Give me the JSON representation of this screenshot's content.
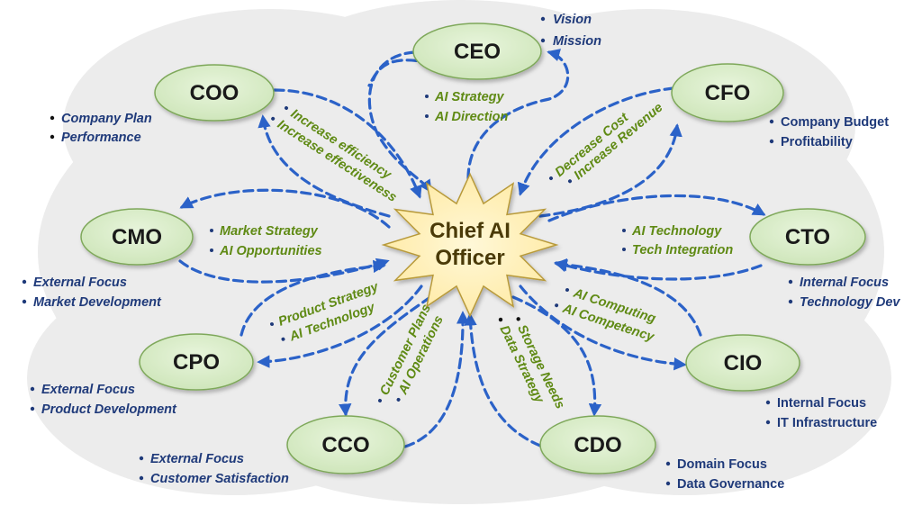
{
  "center": {
    "line1": "Chief AI",
    "line2": "Officer"
  },
  "roles": {
    "ceo": {
      "label": "CEO",
      "bullets": [
        "Vision",
        "Mission"
      ],
      "link": [
        "AI Strategy",
        "AI Direction"
      ]
    },
    "coo": {
      "label": "COO",
      "bullets": [
        "Company Plan",
        "Performance"
      ],
      "link": [
        "Increase efficiency",
        "Increase effectiveness"
      ]
    },
    "cfo": {
      "label": "CFO",
      "bullets": [
        "Company Budget",
        "Profitability"
      ],
      "link": [
        "Decrease Cost",
        "Increase Revenue"
      ]
    },
    "cmo": {
      "label": "CMO",
      "bullets": [
        "External Focus",
        "Market Development"
      ],
      "link": [
        "Market Strategy",
        "AI Opportunities"
      ]
    },
    "cto": {
      "label": "CTO",
      "bullets": [
        "Internal Focus",
        "Technology Dev"
      ],
      "link": [
        "AI Technology",
        "Tech Integration"
      ]
    },
    "cpo": {
      "label": "CPO",
      "bullets": [
        "External Focus",
        "Product Development"
      ],
      "link": [
        "Product Strategy",
        "AI Technology"
      ]
    },
    "cio": {
      "label": "CIO",
      "bullets": [
        "Internal Focus",
        "IT Infrastructure"
      ],
      "link": [
        "AI Computing",
        "AI Competency"
      ]
    },
    "cco": {
      "label": "CCO",
      "bullets": [
        "External Focus",
        "Customer Satisfaction"
      ],
      "link": [
        "Customer Plans",
        "AI Operations"
      ]
    },
    "cdo": {
      "label": "CDO",
      "bullets": [
        "Domain Focus",
        "Data Governance"
      ],
      "link": [
        "Data Strategy",
        "Storage Needs"
      ]
    }
  },
  "colors": {
    "node_fill": "#d6ebc6",
    "node_stroke": "#7ea85a",
    "center_fill": "#fff2bf",
    "center_stroke": "#b89a3a",
    "arrow": "#2b62c8",
    "bullet_text": "#1f3a7a",
    "link_text": "#5f8a14",
    "cloud_background": "#ececec"
  }
}
